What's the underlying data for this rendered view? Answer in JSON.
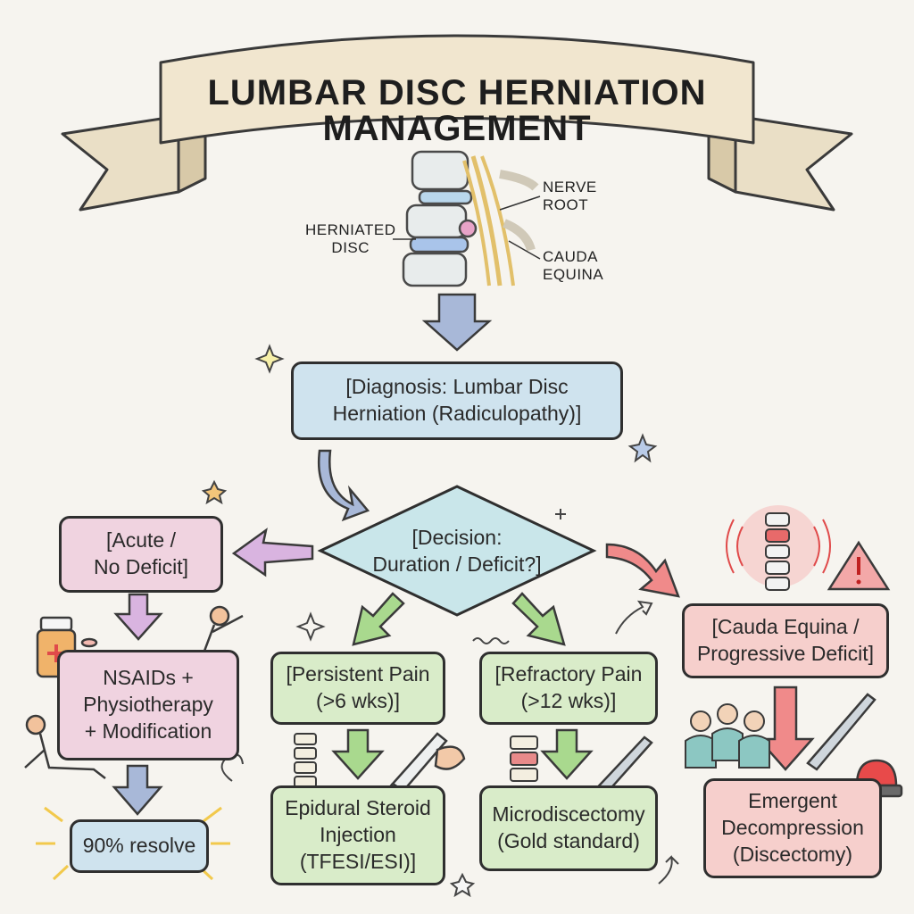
{
  "title": {
    "line1": "LUMBAR DISC HERNIATION",
    "line2": "MANAGEMENT"
  },
  "anatomy": {
    "herniated_disc": "HERNIATED\nDISC",
    "nerve_root": "NERVE\nROOT",
    "cauda_equina": "CAUDA\nEQUINA"
  },
  "nodes": {
    "diagnosis": "[Diagnosis: Lumbar Disc\nHerniation (Radiculopathy)]",
    "decision": "[Decision:\nDuration / Deficit?]",
    "acute": "[Acute /\nNo Deficit]",
    "conservative": "NSAIDs +\nPhysiotherapy\n+ Modification",
    "resolve": "90% resolve",
    "persistent": "[Persistent Pain\n(>6 wks)]",
    "esi": "Epidural Steroid\nInjection\n(TFESI/ESI)]",
    "refractory": "[Refractory Pain\n(>12 wks)]",
    "microdisc": "Microdiscectomy\n(Gold standard)",
    "cauda": "[Cauda Equina /\nProgressive Deficit]",
    "emergent": "Emergent\nDecompression\n(Discectomy)"
  },
  "colors": {
    "blue": "#cfe3ee",
    "pink": "#f0d3e0",
    "green": "#d9ecc9",
    "red": "#f6cfcc",
    "arrow_blue": "#a8b8d8",
    "arrow_pink": "#d9b4e0",
    "arrow_green": "#a9d98e",
    "arrow_red": "#f08a8a"
  }
}
